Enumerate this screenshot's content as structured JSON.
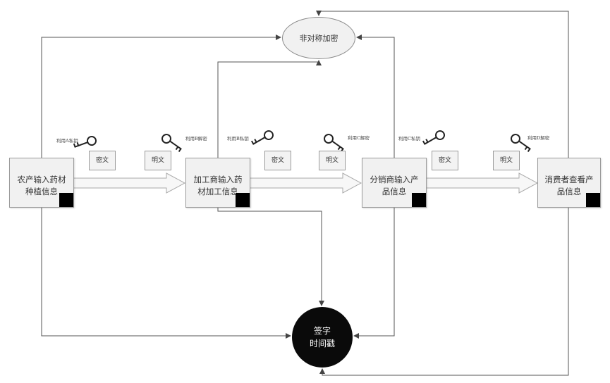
{
  "stages": [
    {
      "id": "farmer",
      "label": "农产输入药材\n种植信息"
    },
    {
      "id": "processor",
      "label": "加工商输入药\n材加工信息"
    },
    {
      "id": "distributor",
      "label": "分销商输入产\n品信息"
    },
    {
      "id": "consumer",
      "label": "消费者查看产\n品信息"
    }
  ],
  "documents": {
    "d1": "密文",
    "d2": "明文",
    "d3": "密文",
    "d4": "明文",
    "d5": "密文",
    "d6": "明文"
  },
  "keys": {
    "k1": "利用A私钥",
    "k2": "利用B解密",
    "k3": "利用B私钥",
    "k4": "利用C解密",
    "k5": "利用C私钥",
    "k6": "利用D解密"
  },
  "encryption_node": {
    "label": "非对称加密"
  },
  "signature_node": {
    "line1": "签字",
    "line2": "时间戳"
  }
}
